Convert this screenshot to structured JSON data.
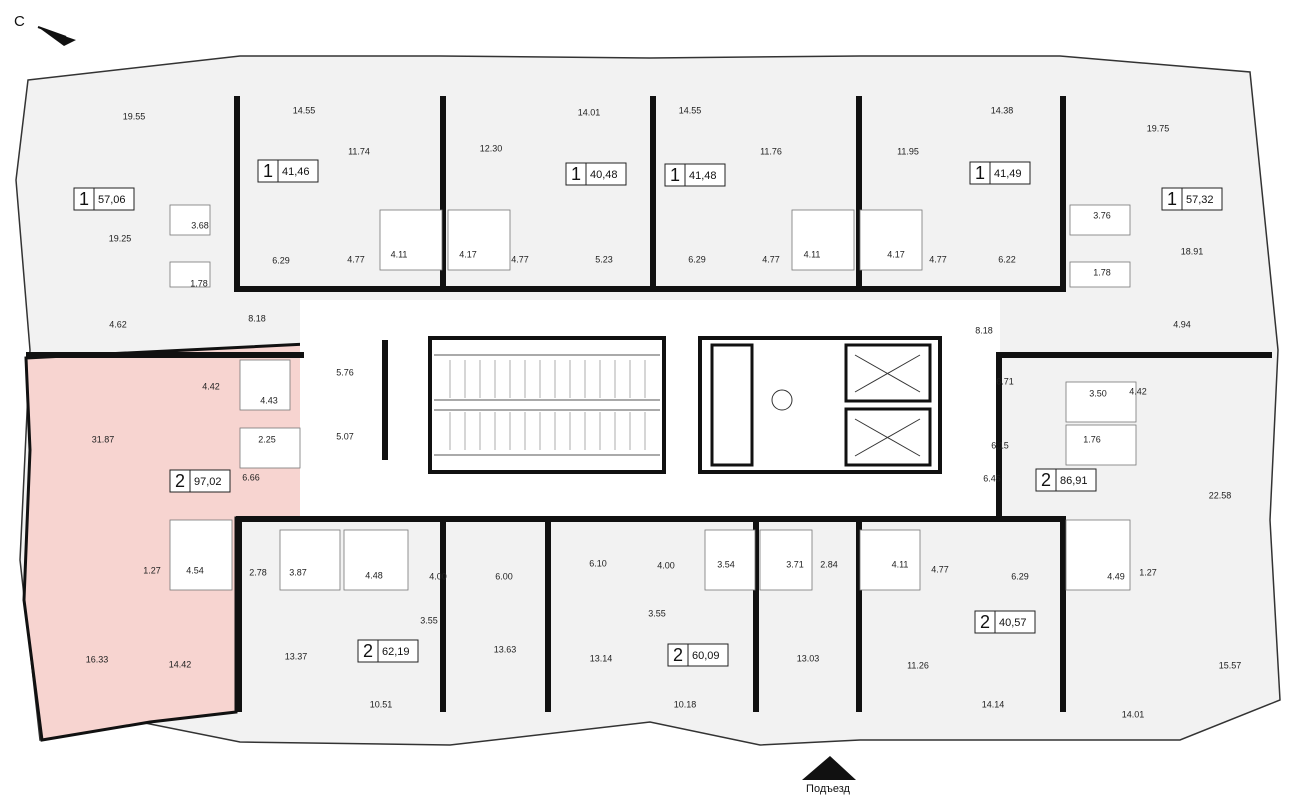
{
  "compass": {
    "label": "С"
  },
  "entrance": {
    "label": "Подъезд"
  },
  "colors": {
    "highlight": "#f7d4d0",
    "floor": "#f2f2f2",
    "wall": "#111111"
  },
  "apartments": [
    {
      "rooms": "1",
      "area": "57,06"
    },
    {
      "rooms": "1",
      "area": "41,46"
    },
    {
      "rooms": "1",
      "area": "40,48"
    },
    {
      "rooms": "1",
      "area": "41,48"
    },
    {
      "rooms": "1",
      "area": "41,49"
    },
    {
      "rooms": "1",
      "area": "57,32"
    },
    {
      "rooms": "2",
      "area": "97,02",
      "highlighted": true
    },
    {
      "rooms": "2",
      "area": "86,91"
    },
    {
      "rooms": "2",
      "area": "62,19"
    },
    {
      "rooms": "2",
      "area": "60,09"
    },
    {
      "rooms": "2",
      "area": "40,57"
    }
  ],
  "room_areas": [
    "19.55",
    "14.55",
    "11.74",
    "12.30",
    "14.01",
    "14.55",
    "11.76",
    "11.95",
    "14.38",
    "19.75",
    "19.25",
    "3.68",
    "1.78",
    "6.29",
    "4.77",
    "4.11",
    "4.17",
    "4.77",
    "5.23",
    "6.29",
    "4.77",
    "4.11",
    "4.17",
    "4.77",
    "6.22",
    "3.76",
    "1.78",
    "18.91",
    "4.62",
    "8.18",
    "8.18",
    "4.94",
    "5.76",
    "4.42",
    "4.43",
    "31.87",
    "2.25",
    "5.07",
    "6.66",
    "6.71",
    "3.50",
    "4.42",
    "6.15",
    "1.76",
    "6.45",
    "22.58",
    "1.27",
    "4.54",
    "2.78",
    "3.87",
    "4.48",
    "4.00",
    "6.00",
    "6.10",
    "4.00",
    "3.54",
    "3.71",
    "2.84",
    "4.11",
    "4.77",
    "6.29",
    "4.49",
    "1.27",
    "3.55",
    "3.55",
    "16.33",
    "14.42",
    "13.37",
    "13.63",
    "13.14",
    "13.03",
    "11.26",
    "15.57",
    "10.51",
    "10.18",
    "14.14",
    "14.01"
  ]
}
